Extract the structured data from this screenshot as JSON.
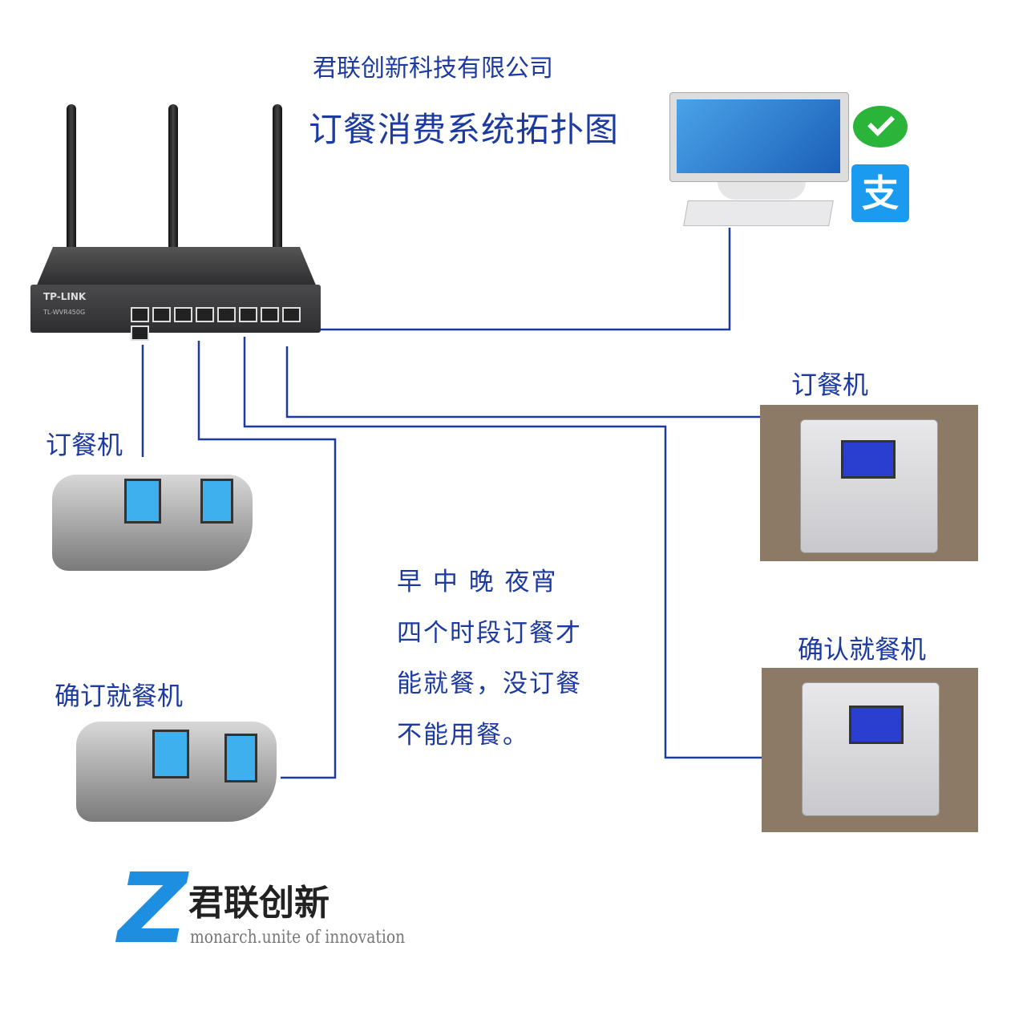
{
  "header": {
    "company": "君联创新科技有限公司",
    "title": "订餐消费系统拓扑图"
  },
  "router": {
    "brand": "TP-LINK",
    "model": "TL-WVR450G"
  },
  "devices": {
    "left_order": "订餐机",
    "left_confirm": "确订就餐机",
    "right_order": "订餐机",
    "right_confirm": "确认就餐机"
  },
  "note": {
    "lines": [
      "早 中 晚 夜宵",
      "四个时段订餐才",
      "能就餐，没订餐",
      "不能用餐。"
    ]
  },
  "payment": {
    "wechat": "wechat-pay-icon",
    "alipay": "支"
  },
  "logo": {
    "letter": "Z",
    "name": "君联创新",
    "slogan": "monarch.unite of innovation"
  },
  "colors": {
    "line": "#1c3aa0",
    "text": "#1c3aa0"
  }
}
